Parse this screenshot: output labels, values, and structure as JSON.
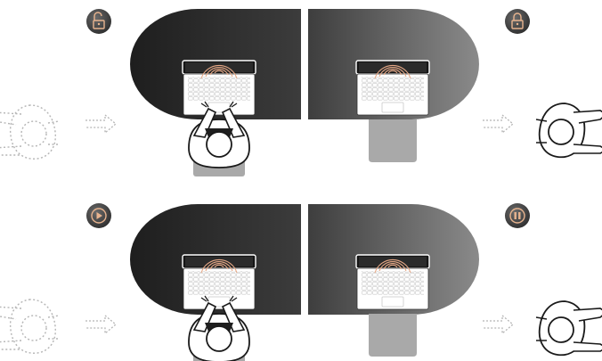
{
  "scenes": [
    {
      "id": "unlock",
      "left_icon": "unlock-icon",
      "right_icon": "lock-icon",
      "left_person": "present",
      "right_person": "walking-away"
    },
    {
      "id": "media",
      "left_icon": "play-icon",
      "right_icon": "pause-icon",
      "left_person": "present",
      "right_person": "walking-away"
    }
  ],
  "colors": {
    "table_dark": "#2a2a2a",
    "table_light": "#6e6e6e",
    "icon_ring": "#e8b48f",
    "chair": "#a9a9a9",
    "dotted": "#b5b5b5",
    "wave": "#e7a987"
  }
}
